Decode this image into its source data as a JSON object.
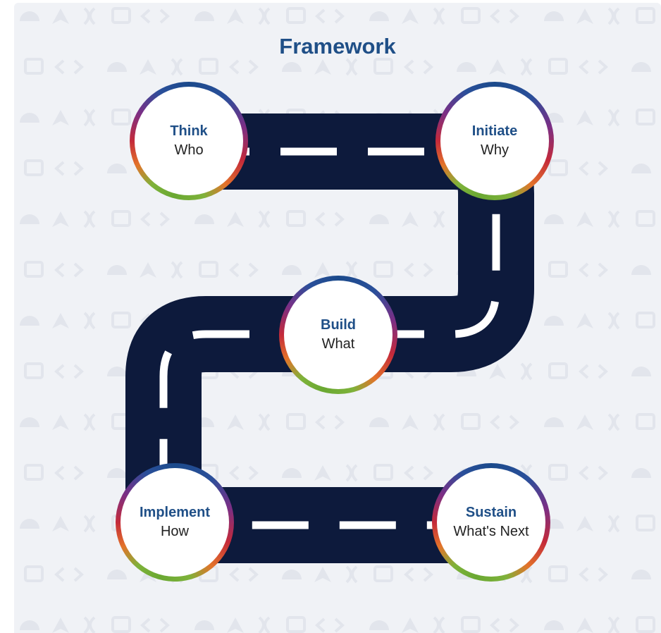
{
  "title": "Framework",
  "stages": [
    {
      "name": "Think",
      "question": "Who"
    },
    {
      "name": "Initiate",
      "question": "Why"
    },
    {
      "name": "Build",
      "question": "What"
    },
    {
      "name": "Implement",
      "question": "How"
    },
    {
      "name": "Sustain",
      "question": "What's Next"
    }
  ],
  "colors": {
    "title": "#1f4f87",
    "road": "#0d1a3c",
    "road_dash": "#ffffff",
    "background": "#f0f2f6",
    "pattern": "#e2e5ec"
  },
  "background_icons": [
    "helmet-icon",
    "rocket-icon",
    "dna-icon",
    "chat-icon",
    "code-icon"
  ]
}
